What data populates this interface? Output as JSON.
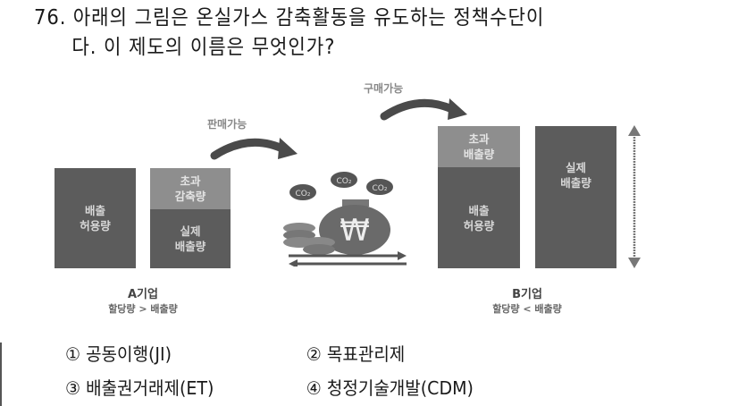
{
  "question": {
    "number": "76.",
    "line1": "아래의 그림은 온실가스 감축활동을 유도하는 정책수단이",
    "line2": "다. 이 제도의 이름은 무엇인가?"
  },
  "figure": {
    "sell_label": "판매가능",
    "buy_label": "구매가능",
    "company_a": {
      "title": "A기업",
      "subtitle": "할당량 > 배출량",
      "bar1": [
        "배출",
        "허용량"
      ],
      "bar2_top": [
        "초과",
        "감축량"
      ],
      "bar2_bottom": [
        "실제",
        "배출량"
      ]
    },
    "company_b": {
      "title": "B기업",
      "subtitle": "할당량 < 배출량",
      "bar1_top": [
        "초과",
        "배출량"
      ],
      "bar1_bottom": [
        "배출",
        "허용량"
      ],
      "bar2": [
        "실제",
        "배출량"
      ]
    },
    "co2_label": "CO₂",
    "currency_symbol": "₩"
  },
  "options": [
    {
      "marker": "①",
      "text": "공동이행(JI)"
    },
    {
      "marker": "②",
      "text": "목표관리제"
    },
    {
      "marker": "③",
      "text": "배출권거래제(ET)"
    },
    {
      "marker": "④",
      "text": "청정기술개발(CDM)"
    }
  ]
}
